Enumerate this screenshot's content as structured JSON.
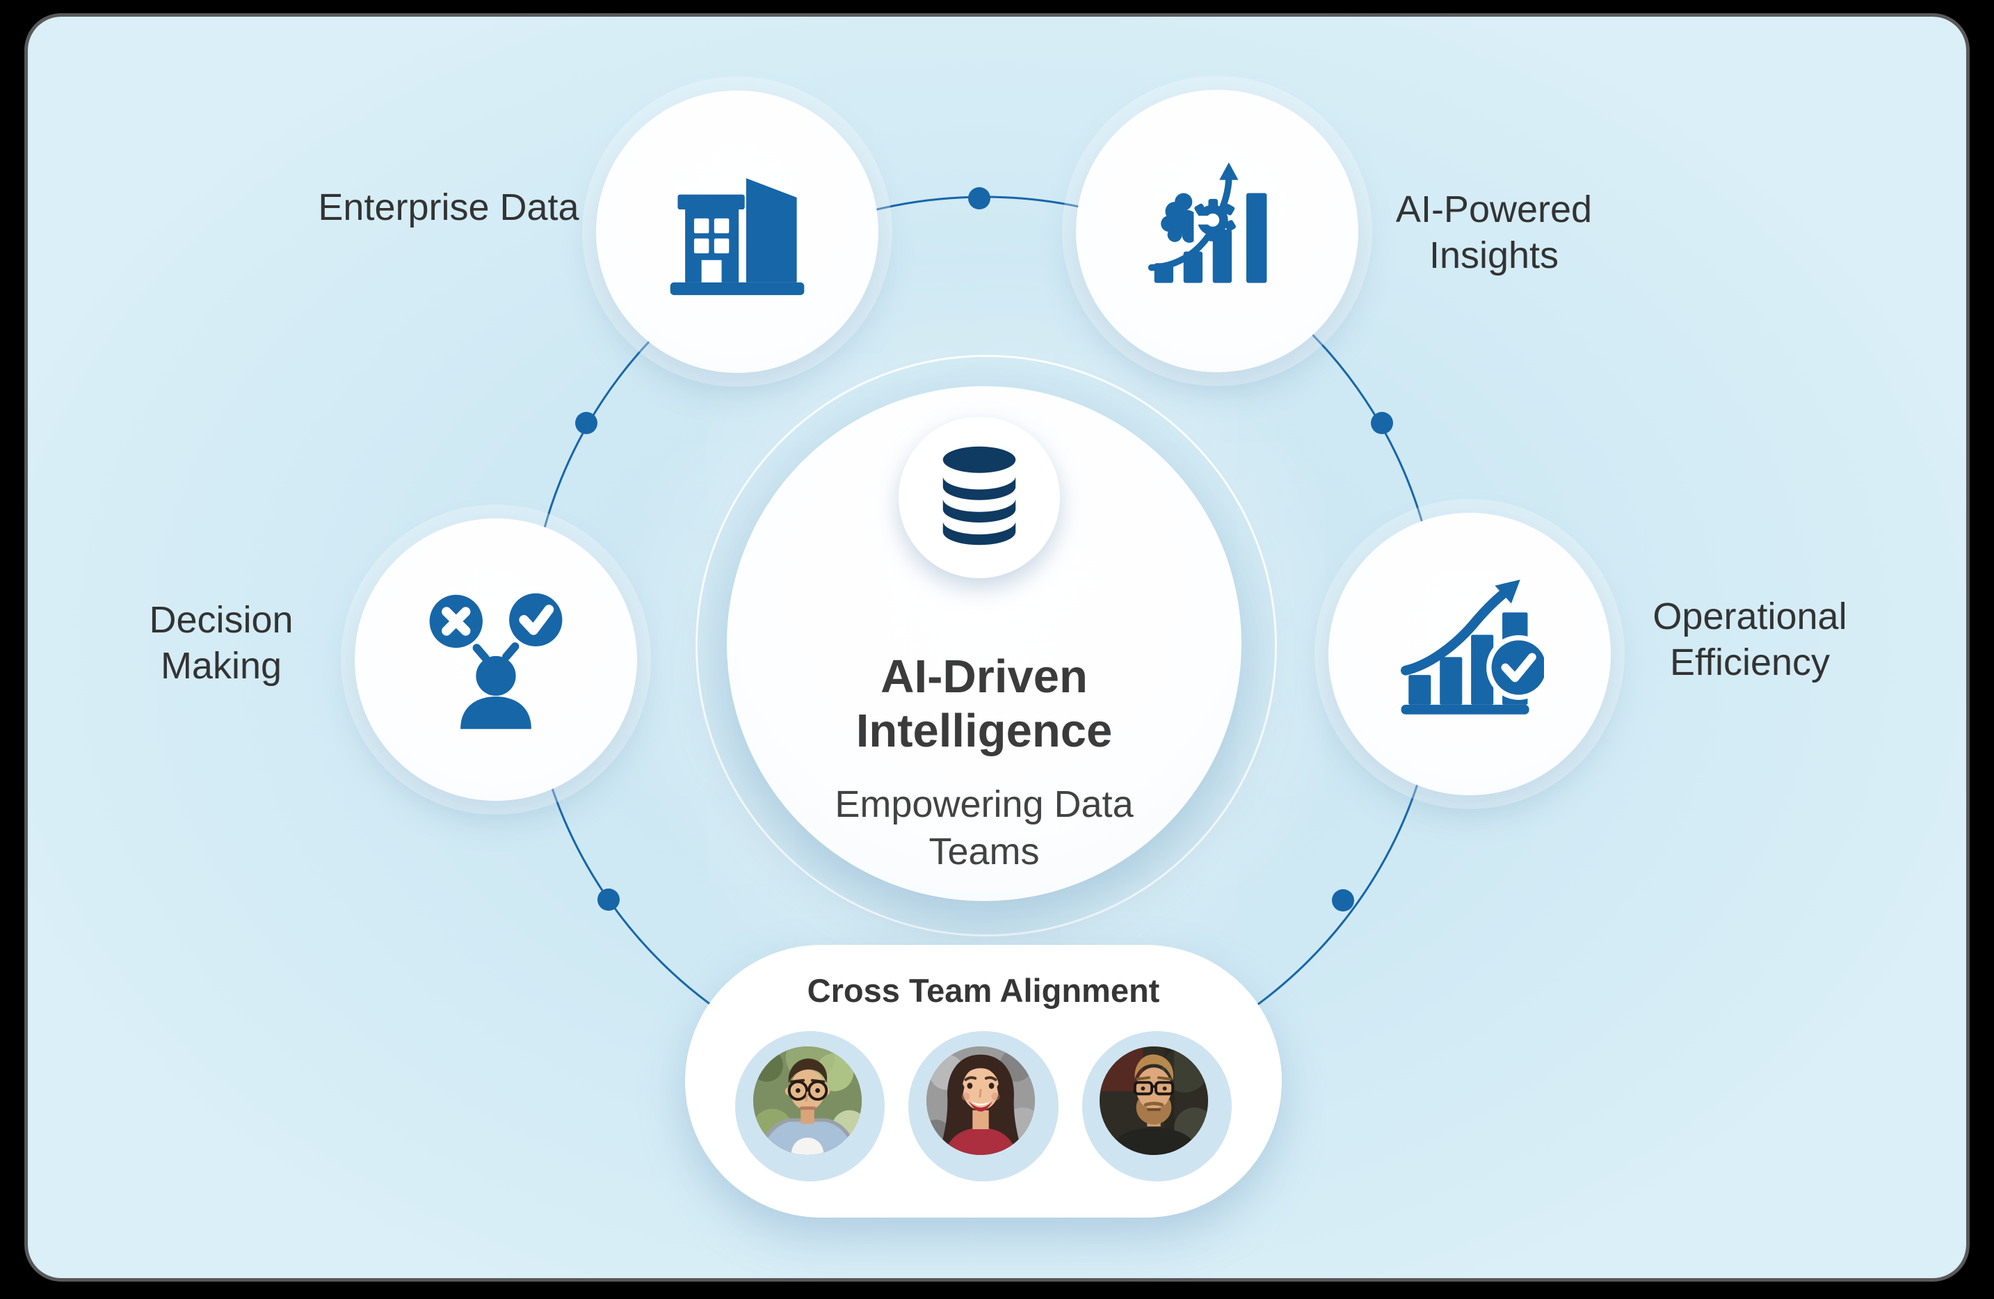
{
  "colors": {
    "accent_blue": "#1766a8",
    "database_navy": "#0f3a61",
    "panel_background": "#d4ecf5",
    "text_dark": "#333333",
    "avatar_ring_blue": "#cfe4f1",
    "circle_white": "#ffffff"
  },
  "center": {
    "title": "AI-Driven Intelligence",
    "subtitle": "Empowering Data Teams",
    "icon": "database-icon"
  },
  "nodes": [
    {
      "id": "enterprise-data",
      "label": "Enterprise Data",
      "icon": "building-icon"
    },
    {
      "id": "ai-powered-insights",
      "label": "AI-Powered Insights",
      "icon": "brain-gear-growth-icon"
    },
    {
      "id": "decision-making",
      "label": "Decision Making",
      "icon": "person-choice-icon"
    },
    {
      "id": "operational-efficiency",
      "label": "Operational Efficiency",
      "icon": "bar-chart-growth-check-icon"
    }
  ],
  "bottom_card": {
    "title": "Cross Team Alignment",
    "avatars": [
      {
        "id": "avatar-1",
        "description": "man with glasses, outdoor background"
      },
      {
        "id": "avatar-2",
        "description": "smiling woman in red top"
      },
      {
        "id": "avatar-3",
        "description": "bearded man with glasses"
      }
    ]
  }
}
